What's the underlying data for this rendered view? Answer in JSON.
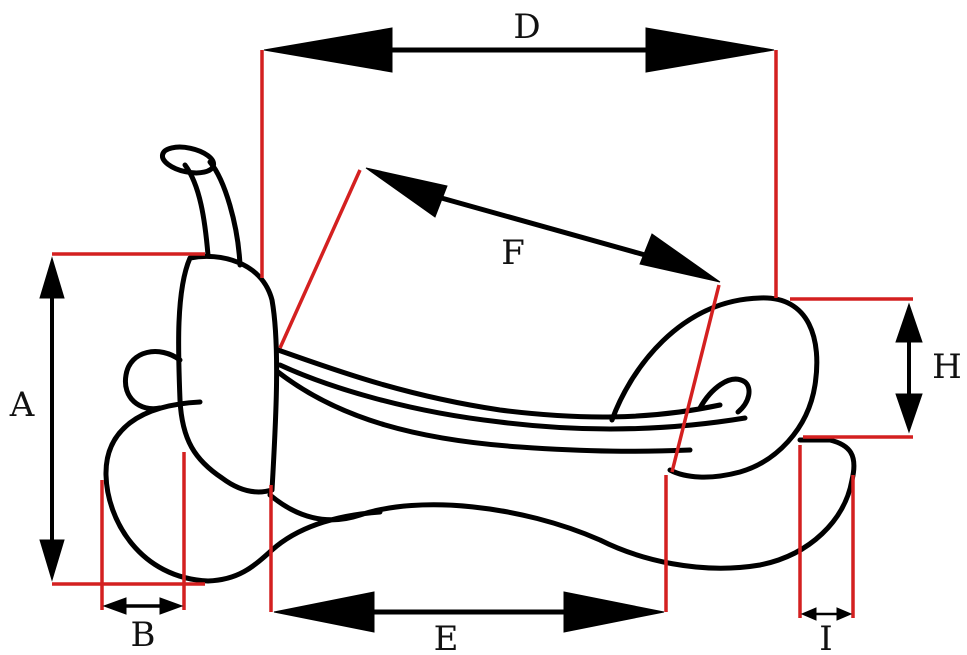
{
  "labels": {
    "A": "A",
    "B": "B",
    "D": "D",
    "E": "E",
    "F": "F",
    "H": "H",
    "I": "I"
  },
  "colors": {
    "outline": "#000000",
    "guide": "#d42020",
    "background": "#ffffff"
  }
}
